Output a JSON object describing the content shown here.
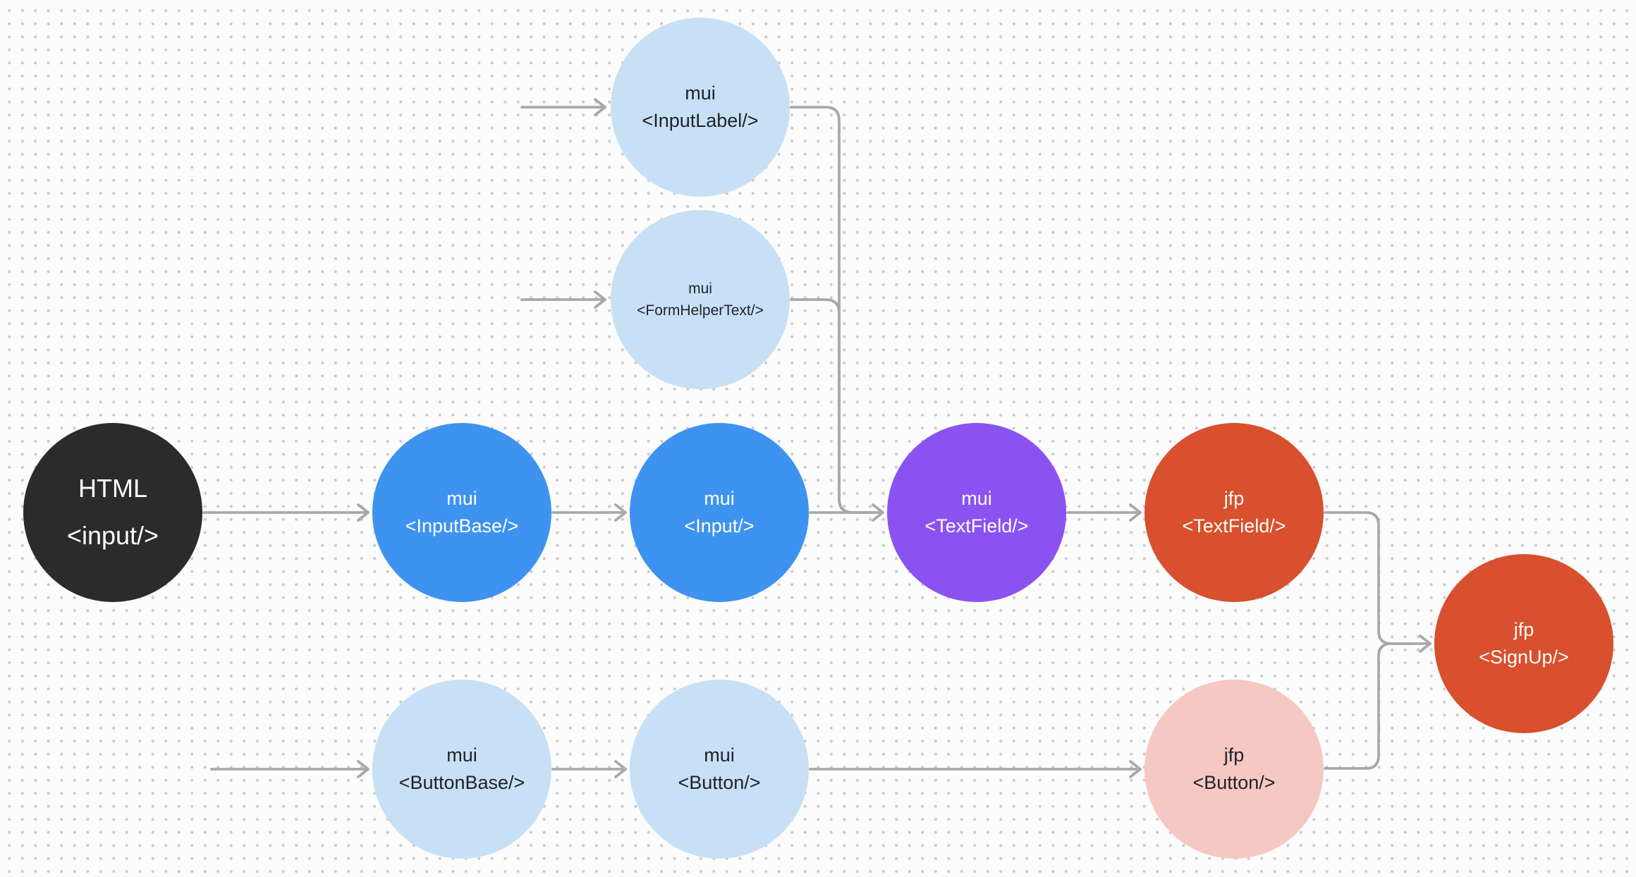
{
  "diagram": {
    "description_visible_only": "flow diagram of UI component wrapping hierarchy",
    "canvas_background": "#fcfcfc",
    "dot_grid_color": "#c7c9cc",
    "edge_color": "#a8a9ad"
  },
  "nodes": [
    {
      "id": "html-input",
      "package": "HTML",
      "tag": "<input/>",
      "color": "#2b2b2b",
      "text_color": "#ffffff"
    },
    {
      "id": "mui-input-label",
      "package": "mui",
      "tag": "<InputLabel/>",
      "color": "#c7e0f6",
      "text_color": "#1f2228"
    },
    {
      "id": "mui-form-helper-text",
      "package": "mui",
      "tag": "<FormHelperText/>",
      "color": "#c7e0f6",
      "text_color": "#1f2228"
    },
    {
      "id": "mui-input-base",
      "package": "mui",
      "tag": "<InputBase/>",
      "color": "#3e93f0",
      "text_color": "#ffffff"
    },
    {
      "id": "mui-input",
      "package": "mui",
      "tag": "<Input/>",
      "color": "#3e93f0",
      "text_color": "#ffffff"
    },
    {
      "id": "mui-text-field",
      "package": "mui",
      "tag": "<TextField/>",
      "color": "#8b52f2",
      "text_color": "#ffffff"
    },
    {
      "id": "jfp-text-field",
      "package": "jfp",
      "tag": "<TextField/>",
      "color": "#d8502d",
      "text_color": "#ffffff"
    },
    {
      "id": "mui-button-base",
      "package": "mui",
      "tag": "<ButtonBase/>",
      "color": "#c7e0f6",
      "text_color": "#1f2228"
    },
    {
      "id": "mui-button",
      "package": "mui",
      "tag": "<Button/>",
      "color": "#c7e0f6",
      "text_color": "#1f2228"
    },
    {
      "id": "jfp-button",
      "package": "jfp",
      "tag": "<Button/>",
      "color": "#f6c8c3",
      "text_color": "#1f2228"
    },
    {
      "id": "jfp-signup",
      "package": "jfp",
      "tag": "<SignUp/>",
      "color": "#d8502d",
      "text_color": "#ffffff"
    }
  ],
  "edges": [
    {
      "from": "offscreen-left",
      "to": "mui-input-label",
      "arrow": true
    },
    {
      "from": "offscreen-left",
      "to": "mui-form-helper-text",
      "arrow": true
    },
    {
      "from": "html-input",
      "to": "mui-input-base",
      "arrow": true
    },
    {
      "from": "mui-input-base",
      "to": "mui-input",
      "arrow": true
    },
    {
      "from": "mui-input",
      "to": "mui-text-field",
      "arrow": true
    },
    {
      "from": "mui-input-label",
      "to": "mui-text-field",
      "arrow": false
    },
    {
      "from": "mui-form-helper-text",
      "to": "mui-text-field",
      "arrow": false
    },
    {
      "from": "mui-text-field",
      "to": "jfp-text-field",
      "arrow": true
    },
    {
      "from": "jfp-text-field",
      "to": "jfp-signup",
      "arrow": true
    },
    {
      "from": "jfp-button",
      "to": "jfp-signup",
      "arrow": false
    },
    {
      "from": "offscreen-left",
      "to": "mui-button-base",
      "arrow": true
    },
    {
      "from": "mui-button-base",
      "to": "mui-button",
      "arrow": true
    },
    {
      "from": "mui-button",
      "to": "jfp-button",
      "arrow": true
    }
  ]
}
